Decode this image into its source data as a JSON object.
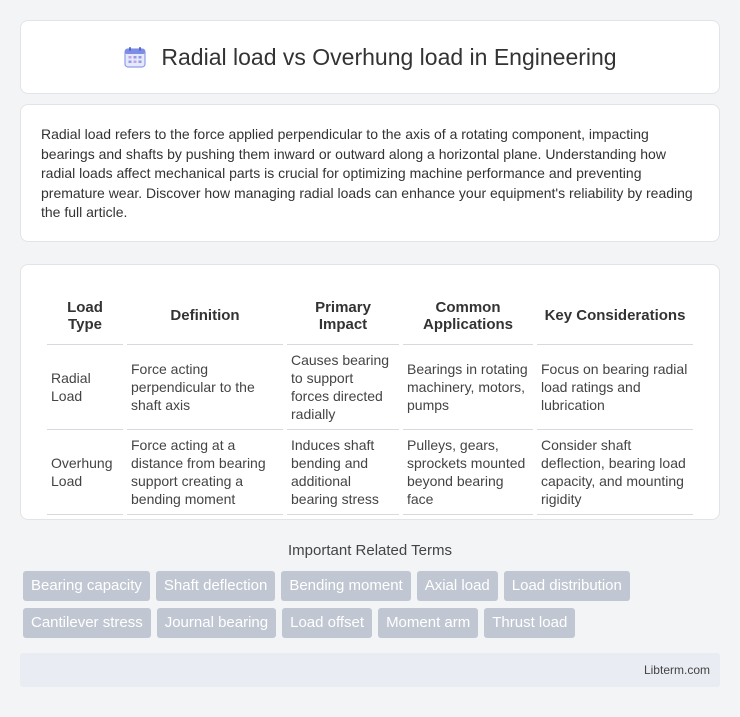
{
  "header": {
    "title": "Radial load vs Overhung load in Engineering",
    "icon": "calendar-icon"
  },
  "intro": {
    "text": "Radial load refers to the force applied perpendicular to the axis of a rotating component, impacting bearings and shafts by pushing them inward or outward along a horizontal plane. Understanding how radial loads affect mechanical parts is crucial for optimizing machine performance and preventing premature wear. Discover how managing radial loads can enhance your equipment's reliability by reading the full article."
  },
  "table": {
    "headers": [
      "Load Type",
      "Definition",
      "Primary Impact",
      "Common Applications",
      "Key Considerations"
    ],
    "rows": [
      [
        "Radial Load",
        "Force acting perpendicular to the shaft axis",
        "Causes bearing to support forces directed radially",
        "Bearings in rotating machinery, motors, pumps",
        "Focus on bearing radial load ratings and lubrication"
      ],
      [
        "Overhung Load",
        "Force acting at a distance from bearing support creating a bending moment",
        "Induces shaft bending and additional bearing stress",
        "Pulleys, gears, sprockets mounted beyond bearing face",
        "Consider shaft deflection, bearing load capacity, and mounting rigidity"
      ]
    ]
  },
  "terms": {
    "heading": "Important Related Terms",
    "items": [
      "Bearing capacity",
      "Shaft deflection",
      "Bending moment",
      "Axial load",
      "Load distribution",
      "Cantilever stress",
      "Journal bearing",
      "Load offset",
      "Moment arm",
      "Thrust load"
    ]
  },
  "footer": {
    "brand": "Libterm.com"
  },
  "colors": {
    "tag_bg": "#c0c7d2",
    "footer_bg": "#e9ecf3",
    "icon_accent": "#6a7ce0"
  }
}
